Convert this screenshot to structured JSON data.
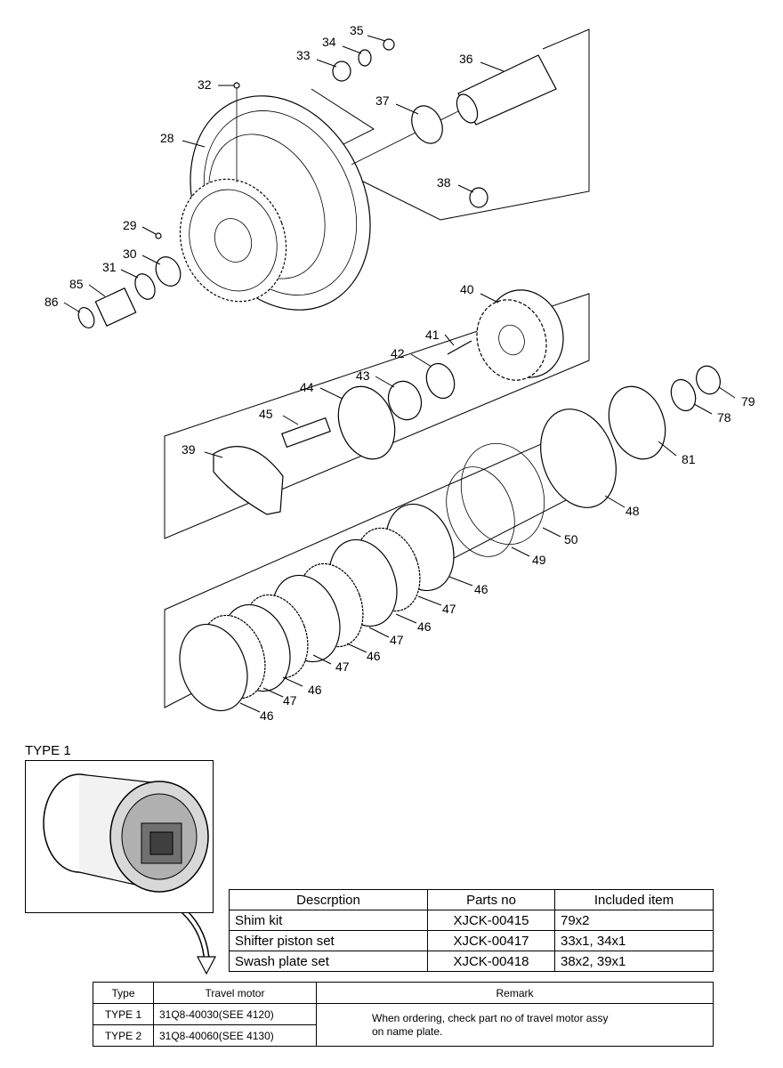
{
  "callouts": [
    "35",
    "34",
    "33",
    "36",
    "32",
    "37",
    "28",
    "38",
    "29",
    "30",
    "31",
    "85",
    "86",
    "40",
    "41",
    "42",
    "43",
    "44",
    "45",
    "39",
    "79",
    "78",
    "81",
    "48",
    "50",
    "49",
    "46",
    "47",
    "46",
    "47",
    "46",
    "47",
    "46",
    "47",
    "46"
  ],
  "type_label": "TYPE 1",
  "kit_table": {
    "headers": [
      "Descrption",
      "Parts no",
      "Included item"
    ],
    "rows": [
      [
        "Shim kit",
        "XJCK-00415",
        "79x2"
      ],
      [
        "Shifter piston set",
        "XJCK-00417",
        "33x1, 34x1"
      ],
      [
        "Swash plate set",
        "XJCK-00418",
        "38x2, 39x1"
      ]
    ]
  },
  "type_table": {
    "headers": [
      "Type",
      "Travel motor",
      "Remark"
    ],
    "rows": [
      [
        "TYPE 1",
        "31Q8-40030(SEE 4120)"
      ],
      [
        "TYPE 2",
        "31Q8-40060(SEE 4130)"
      ]
    ],
    "remark_line1": "When ordering, check part no of travel motor assy",
    "remark_line2": "on name plate."
  }
}
